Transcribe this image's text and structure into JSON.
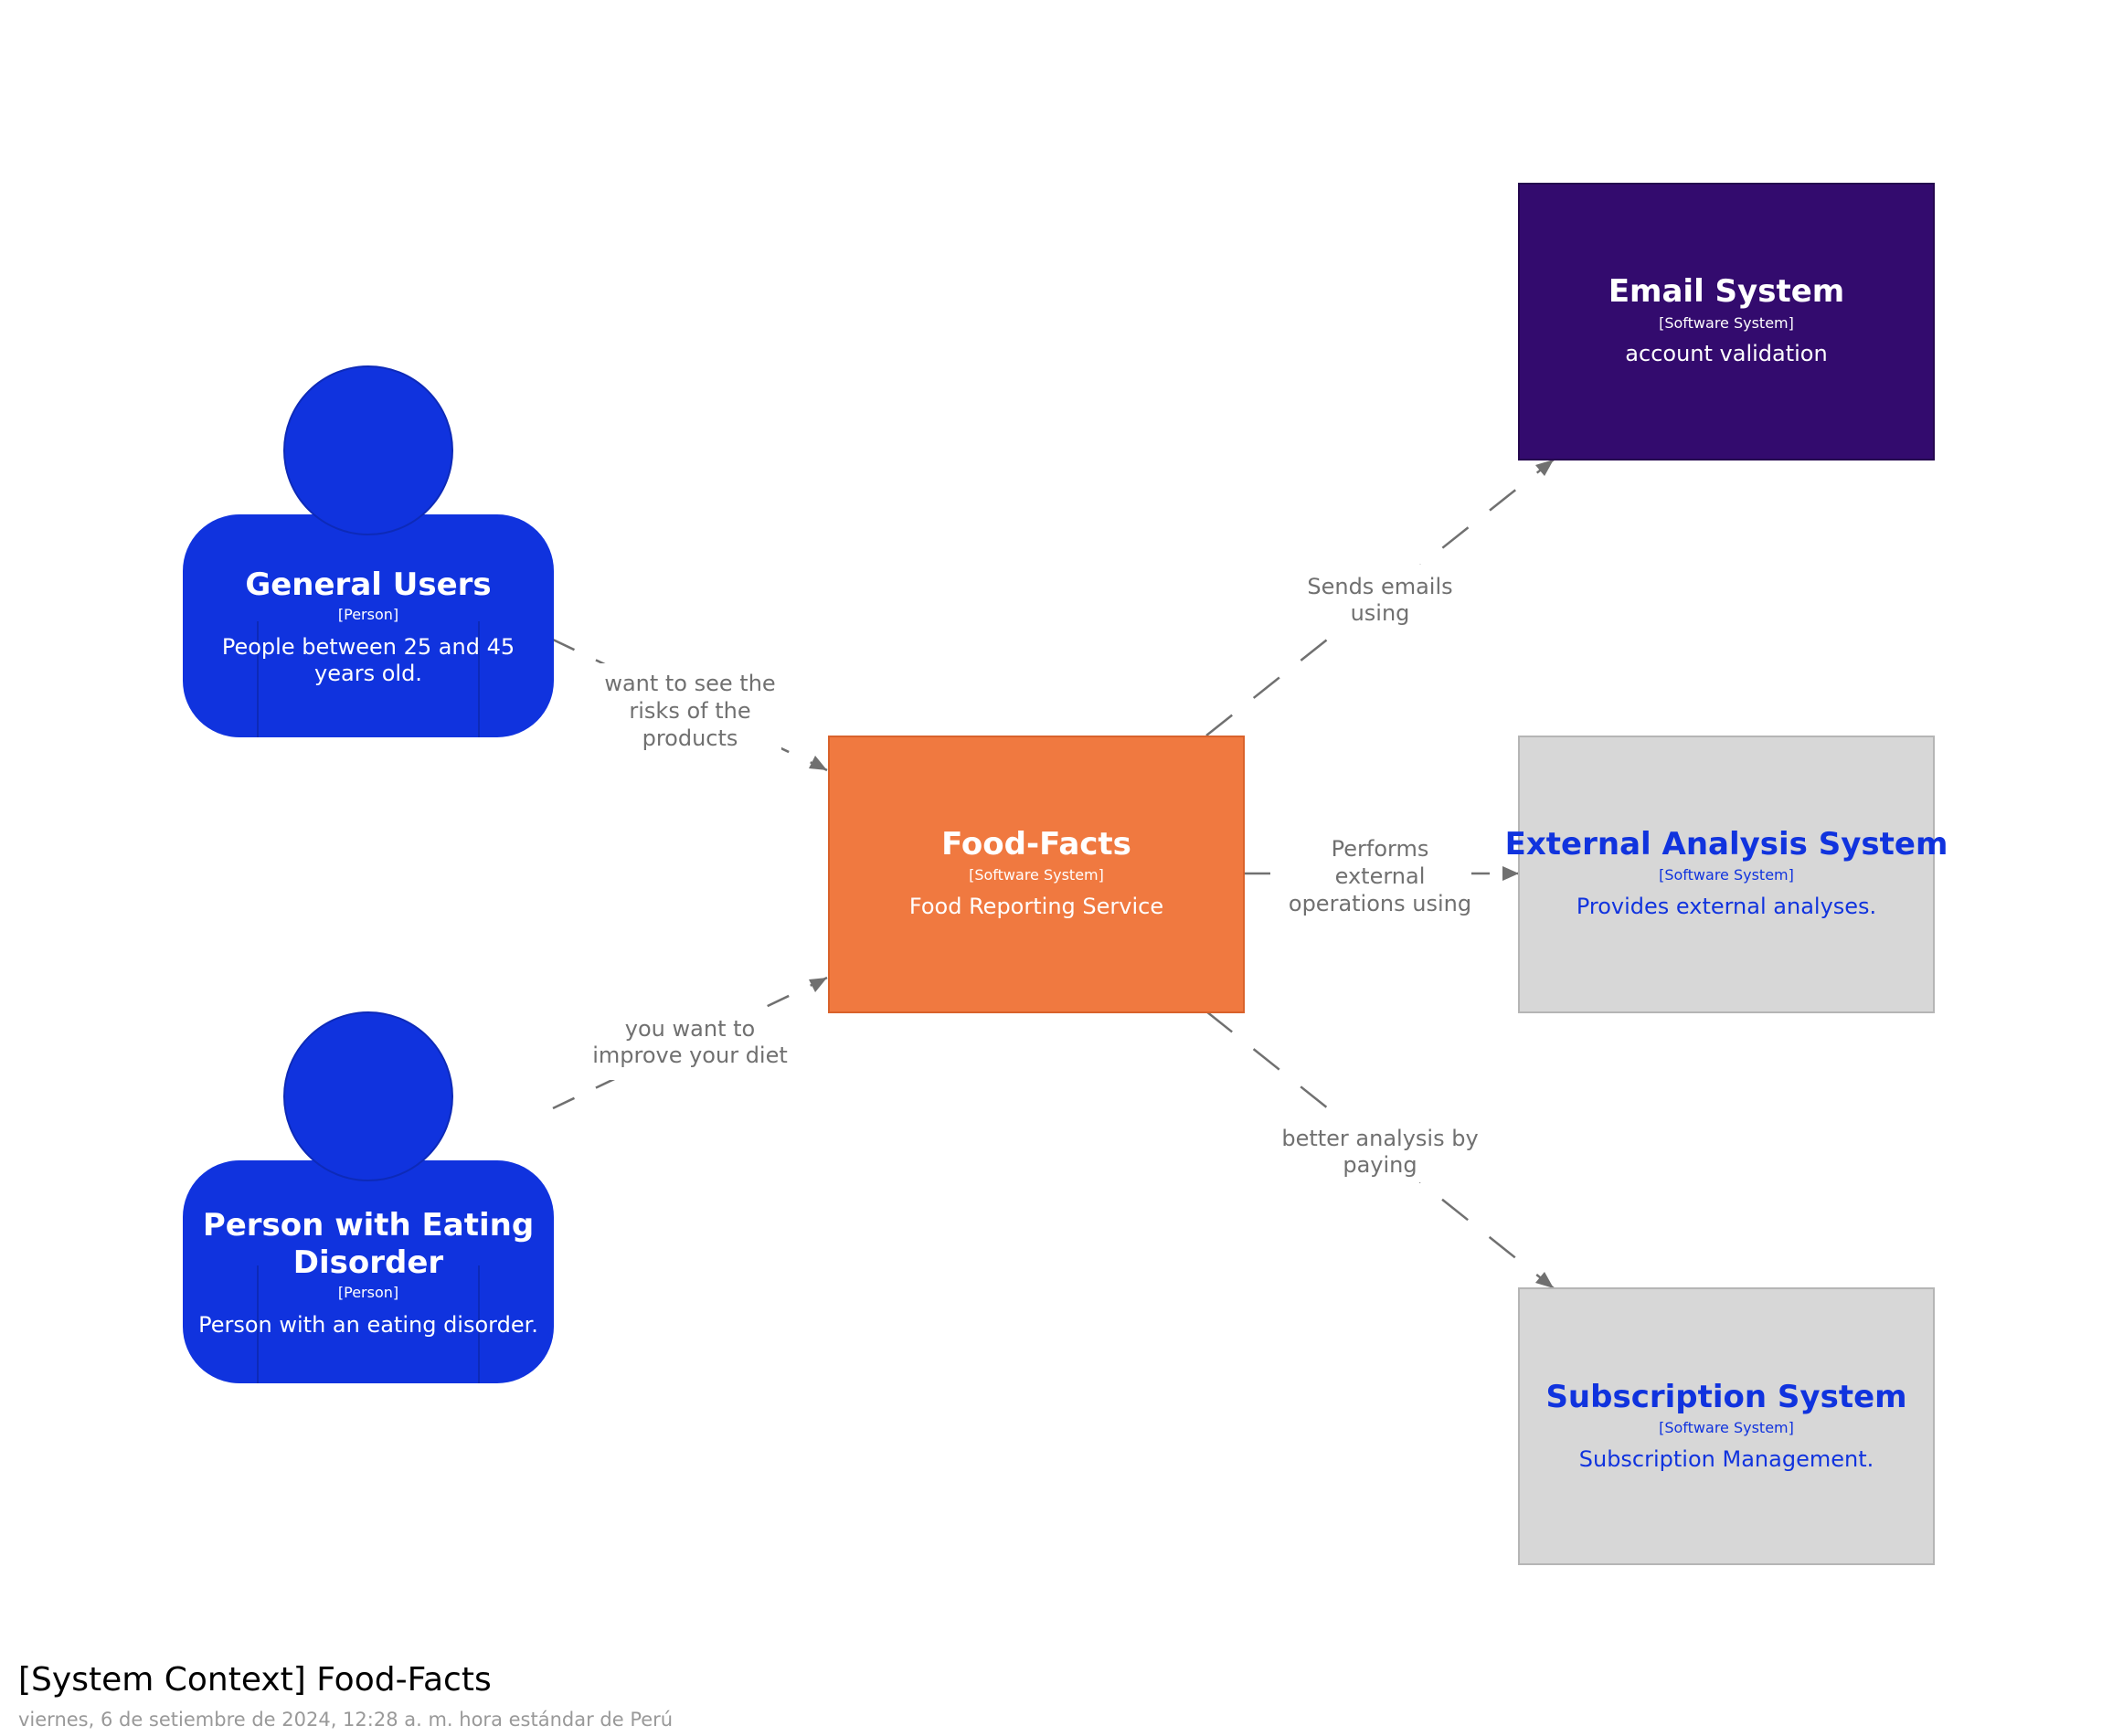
{
  "diagram": {
    "title": "[System Context] Food-Facts",
    "subtitle": "viernes, 6 de setiembre de 2024, 12:28 a. m. hora estándar de Perú",
    "colors": {
      "person": "#1033de",
      "food_facts": "#f07940",
      "email": "#330b6e",
      "external": "#d7d7d7",
      "external_text": "#1033de",
      "edge": "#707070"
    },
    "nodes": {
      "general_users": {
        "name": "General Users",
        "type": "[Person]",
        "description": [
          "People between 25 and 45",
          "years old."
        ]
      },
      "eating_disorder": {
        "name_lines": [
          "Person with Eating",
          "Disorder"
        ],
        "type": "[Person]",
        "description": "Person with an eating disorder."
      },
      "food_facts": {
        "name": "Food-Facts",
        "type": "[Software System]",
        "description": "Food Reporting Service"
      },
      "email_system": {
        "name": "Email System",
        "type": "[Software System]",
        "description": "account validation"
      },
      "external_analysis": {
        "name": "External Analysis System",
        "type": "[Software System]",
        "description": "Provides external analyses."
      },
      "subscription": {
        "name": "Subscription System",
        "type": "[Software System]",
        "description": "Subscription Management."
      }
    },
    "edges": {
      "general_to_food": [
        "want to see the",
        "risks of the",
        "products"
      ],
      "eating_to_food": [
        "you want to",
        "improve your diet"
      ],
      "food_to_email": [
        "Sends emails",
        "using"
      ],
      "food_to_external": [
        "Performs",
        "external",
        "operations using"
      ],
      "food_to_subscription": [
        "better analysis by",
        "paying"
      ]
    }
  }
}
